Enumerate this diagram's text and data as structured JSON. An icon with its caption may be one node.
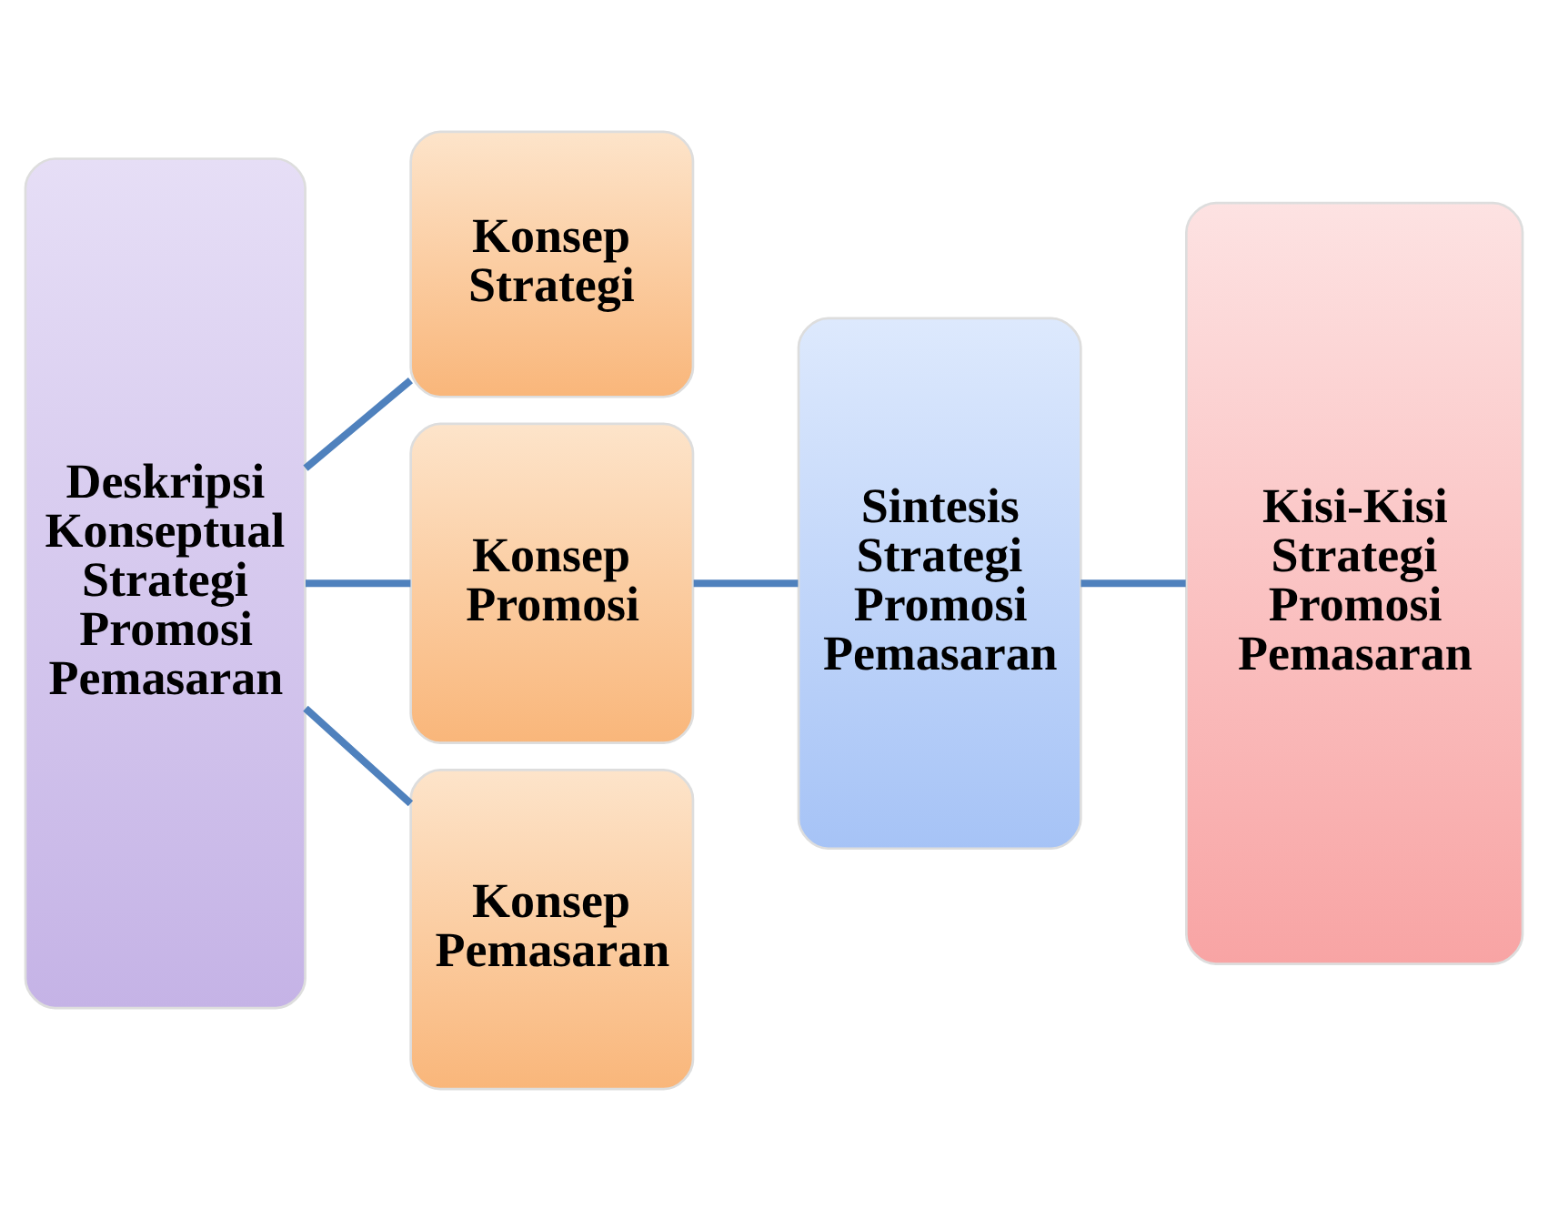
{
  "diagram": {
    "nodes": [
      {
        "text": [
          "Deskripsi Konseptual Strategi Promosi Pemasaran"
        ]
      },
      {
        "text": [
          "Konsep Strategi"
        ]
      },
      {
        "text": [
          "Konsep Promosi"
        ]
      },
      {
        "text": [
          "Konsep Pemasaran"
        ]
      },
      {
        "text": [
          "Sintesis Strategi Promosi Pemasaran"
        ]
      },
      {
        "text": [
          "Kisi-Kisi Strategi Promosi Pemasaran"
        ]
      }
    ],
    "edges": [
      {
        "from": 0,
        "to": 1,
        "arrow": "none"
      },
      {
        "from": 0,
        "to": 2,
        "arrow": "none"
      },
      {
        "from": 0,
        "to": 3,
        "arrow": "none"
      },
      {
        "from": 2,
        "to": 4,
        "arrow": "none"
      },
      {
        "from": 4,
        "to": 5,
        "arrow": "none"
      }
    ]
  }
}
